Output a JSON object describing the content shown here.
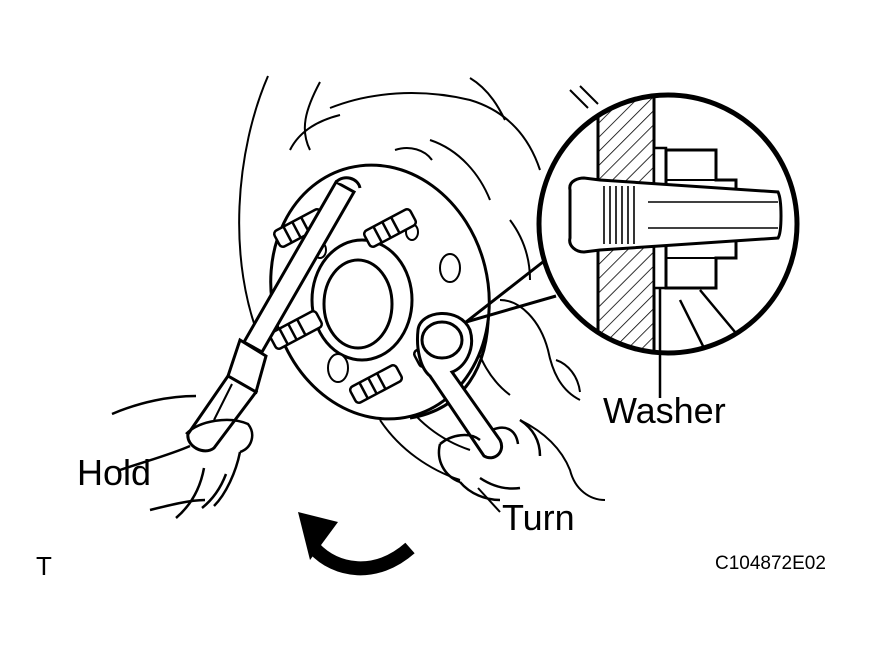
{
  "labels": {
    "hold": "Hold",
    "turn": "Turn",
    "washer": "Washer",
    "view": "T",
    "figure_code": "C104872E02"
  },
  "icons": {
    "rotation_arrow": "counterclockwise-arrow-icon",
    "hatch": "section-hatch"
  },
  "colors": {
    "ink": "#000000",
    "paper": "#ffffff"
  }
}
